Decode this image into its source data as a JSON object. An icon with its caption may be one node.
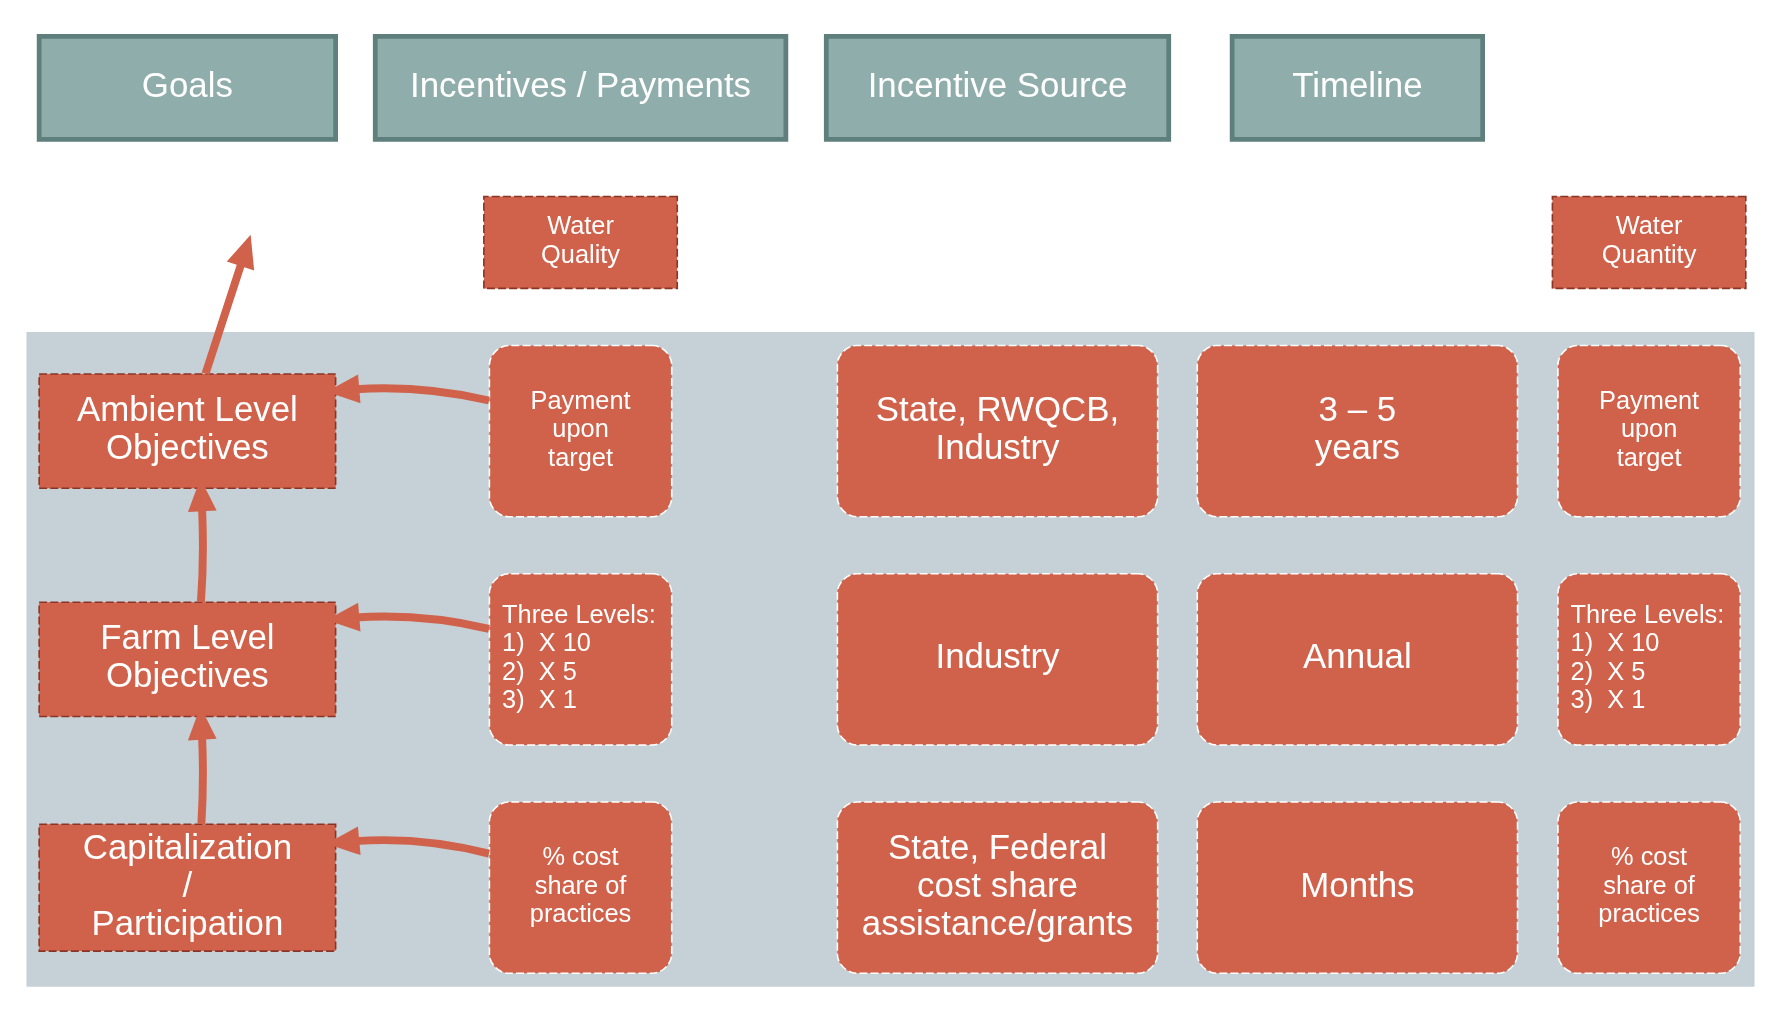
{
  "diagram": {
    "nodes": [
      {
        "text": [
          "Goals"
        ]
      },
      {
        "text": [
          "Incentives / Payments"
        ]
      },
      {
        "text": [
          "Water Quality"
        ]
      },
      {
        "text": [
          "Water Quantity"
        ]
      },
      {
        "text": [
          "Incentive Source"
        ]
      },
      {
        "text": [
          "Timeline"
        ]
      },
      {
        "text": [],
        "shape": "box"
      },
      {
        "text": [
          "Ambient Level Objectives"
        ],
        "in": 6
      },
      {
        "text": [
          "Payment upon target"
        ],
        "in": 6
      },
      {
        "text": [
          "Payment upon target"
        ],
        "in": 6
      },
      {
        "text": [
          "State, RWQCB, Industry"
        ],
        "in": 6
      },
      {
        "text": [
          "3 – 5 years"
        ],
        "in": 6
      },
      {
        "text": [
          "Farm Level Objectives"
        ],
        "in": 6
      },
      {
        "text": [
          "Three Levels:",
          "1)  X 10",
          "2)  X 5",
          "3)  X 1"
        ],
        "in": 6
      },
      {
        "text": [
          "Three Levels:",
          "1)  X 10",
          "2)  X 5",
          "3)  X 1"
        ],
        "in": 6
      },
      {
        "text": [
          "Industry"
        ],
        "in": 6
      },
      {
        "text": [
          "Annual"
        ],
        "in": 6
      },
      {
        "text": [
          "Capitalization / Participation"
        ],
        "in": 6
      },
      {
        "text": [
          "% cost share of practices"
        ],
        "in": 6
      },
      {
        "text": [
          "% cost share of practices"
        ],
        "in": 6
      },
      {
        "text": [
          "State, Federal cost share assistance/grants"
        ],
        "in": 6
      },
      {
        "text": [
          "Months"
        ],
        "in": 6
      }
    ],
    "edges": [
      {
        "from": 7,
        "to": null,
        "arrow": "to"
      },
      {
        "from": 8,
        "to": 7,
        "arrow": "to"
      },
      {
        "from": 12,
        "to": 7,
        "arrow": "to"
      },
      {
        "from": 13,
        "to": 12,
        "arrow": "to"
      },
      {
        "from": 17,
        "to": 12,
        "arrow": "to"
      },
      {
        "from": 18,
        "to": 17,
        "arrow": "to"
      }
    ]
  }
}
